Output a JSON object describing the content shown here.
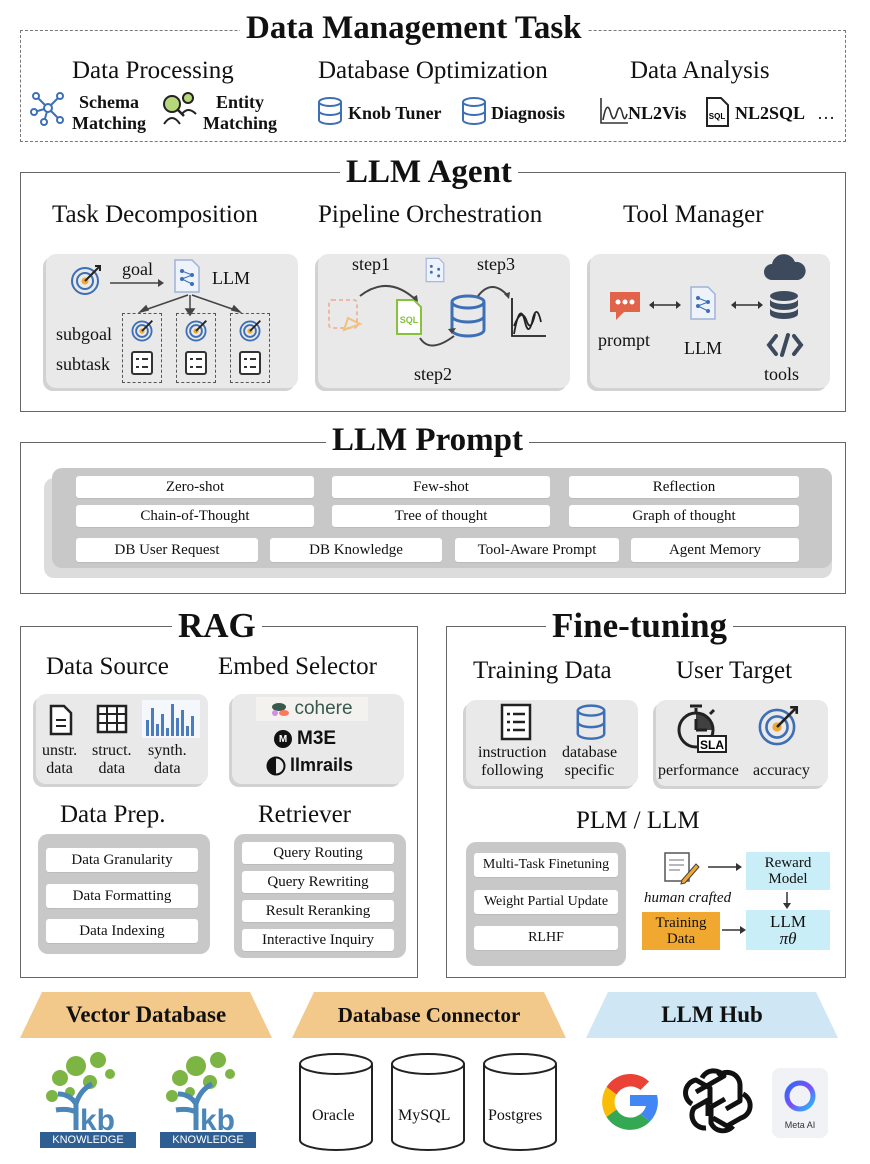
{
  "data_mgmt": {
    "title": "Data Management Task",
    "processing": {
      "heading": "Data Processing",
      "schema": "Schema\nMatching",
      "entity": "Entity\nMatching"
    },
    "optimization": {
      "heading": "Database Optimization",
      "knob": "Knob Tuner",
      "diagnosis": "Diagnosis"
    },
    "analysis": {
      "heading": "Data Analysis",
      "nl2vis": "NL2Vis",
      "nl2sql": "NL2SQL",
      "ellipsis": "…"
    }
  },
  "agent": {
    "title": "LLM Agent",
    "task_decomp": {
      "heading": "Task Decomposition",
      "goal": "goal",
      "llm": "LLM",
      "subgoal": "subgoal",
      "subtask": "subtask"
    },
    "pipeline": {
      "heading": "Pipeline Orchestration",
      "step1": "step1",
      "step2": "step2",
      "step3": "step3",
      "sql_icon_text": "SQL"
    },
    "tool_manager": {
      "heading": "Tool Manager",
      "prompt": "prompt",
      "llm": "LLM",
      "tools": "tools"
    }
  },
  "prompt": {
    "title": "LLM Prompt",
    "row1": [
      "Zero-shot",
      "Few-shot",
      "Reflection"
    ],
    "row2": [
      "Chain-of-Thought",
      "Tree of thought",
      "Graph of thought"
    ],
    "row3": [
      "DB User Request",
      "DB Knowledge",
      "Tool-Aware Prompt",
      "Agent Memory"
    ]
  },
  "rag": {
    "title": "RAG",
    "data_source": {
      "heading": "Data Source",
      "unstr": "unstr.\ndata",
      "struct": "struct.\ndata",
      "synth": "synth.\ndata"
    },
    "embed": {
      "heading": "Embed Selector",
      "cohere": "cohere",
      "m3e": "M3E",
      "llmrails": "llmrails"
    },
    "prep": {
      "heading": "Data Prep.",
      "items": [
        "Data Granularity",
        "Data Formatting",
        "Data Indexing"
      ]
    },
    "retriever": {
      "heading": "Retriever",
      "items": [
        "Query Routing",
        "Query Rewriting",
        "Result Reranking",
        "Interactive Inquiry"
      ]
    }
  },
  "finetune": {
    "title": "Fine-tuning",
    "training": {
      "heading": "Training Data",
      "instruction": "instruction\nfollowing",
      "database": "database\nspecific"
    },
    "target": {
      "heading": "User Target",
      "performance": "performance",
      "accuracy": "accuracy",
      "sla": "SLA"
    },
    "plm": {
      "heading": "PLM / LLM",
      "items": [
        "Multi-Task Finetuning",
        "Weight Partial Update",
        "RLHF"
      ],
      "human": "human crafted",
      "reward": "Reward\nModel",
      "training": "Training\nData",
      "llm": "LLM",
      "pi": "πθ"
    }
  },
  "bottom": {
    "vector_db": "Vector Database",
    "connector": "Database Connector",
    "hub": "LLM Hub",
    "kb_label": "KNOWLEDGE",
    "kb_letters": "kb",
    "dbs": [
      "Oracle",
      "MySQL",
      "Postgres"
    ],
    "meta": "Meta AI"
  },
  "colors": {
    "orange_banner": "#f3c98b",
    "blue_banner": "#cfe6f5",
    "orange_box": "#f0a830",
    "cyan_box": "#c9eef8",
    "icon_blue": "#3d6fb6",
    "green": "#6bab2d"
  }
}
